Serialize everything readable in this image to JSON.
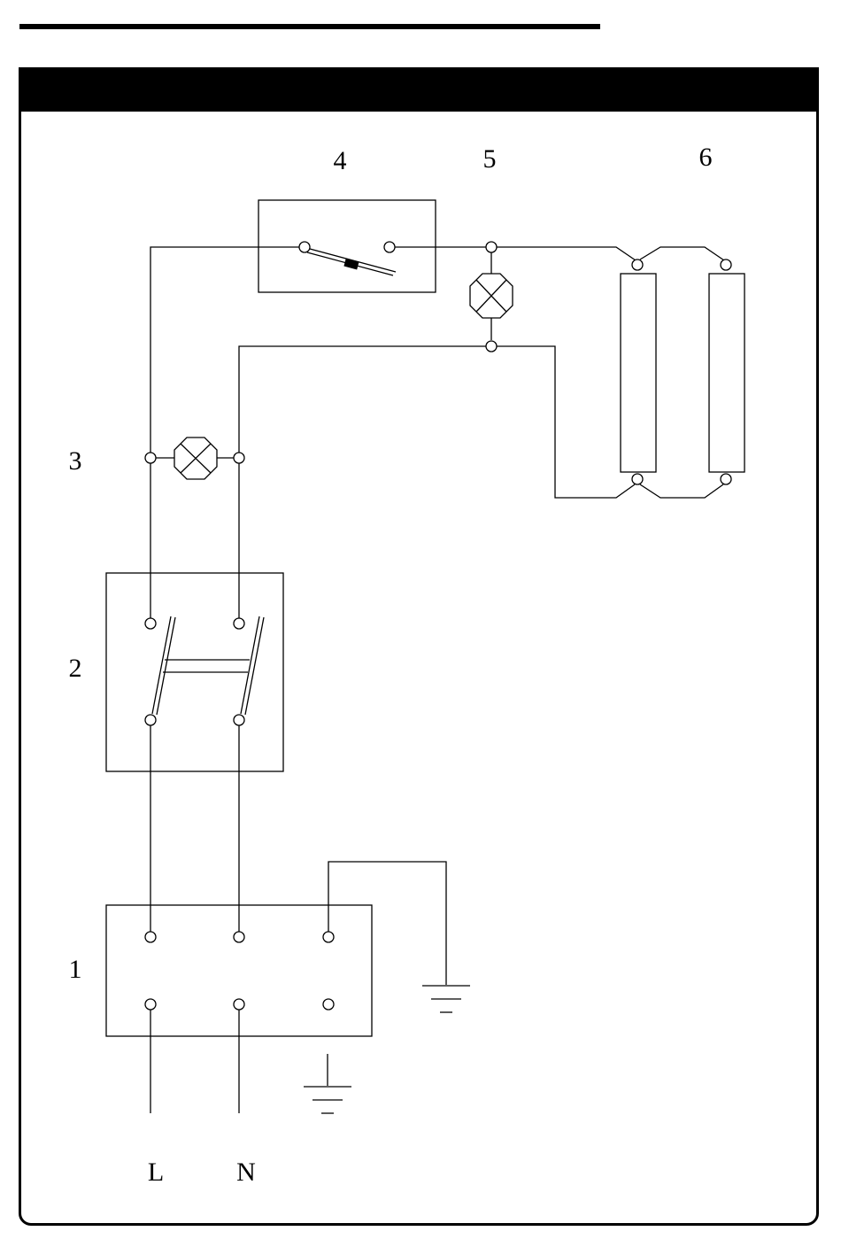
{
  "labels": {
    "mains_socket": "1",
    "double_pole_switch": "2",
    "indicator_lamp": "3",
    "thermostat": "4",
    "pilot_lamp": "5",
    "heating_elements": "6"
  },
  "terminals": {
    "live": "L",
    "neutral": "N"
  }
}
